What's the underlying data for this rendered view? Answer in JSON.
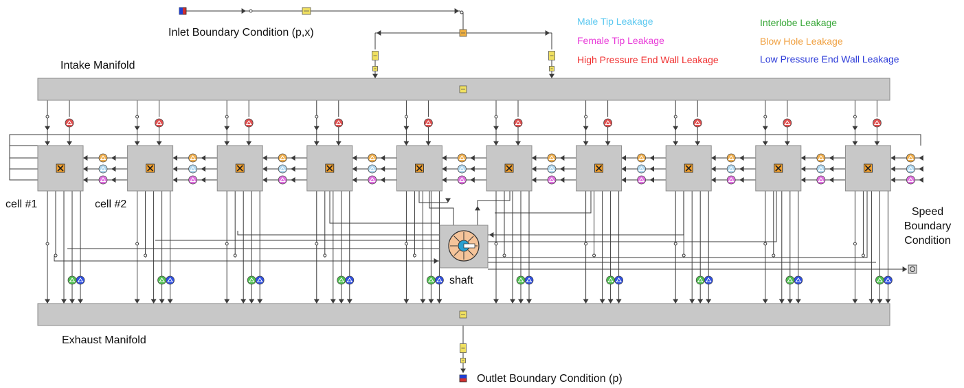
{
  "labels": {
    "inlet": "Inlet Boundary Condition (p,x)",
    "intake": "Intake Manifold",
    "exhaust": "Exhaust Manifold",
    "outlet": "Outlet Boundary Condition (p)",
    "shaft": "shaft",
    "cell1": "cell #1",
    "cell2": "cell #2",
    "speed_line1": "Speed",
    "speed_line2": "Boundary",
    "speed_line3": "Condition"
  },
  "legend": [
    {
      "text": "Male Tip Leakage",
      "color": "#5bc8f0"
    },
    {
      "text": "Female Tip Leakage",
      "color": "#e83ad8"
    },
    {
      "text": "High Pressure End Wall Leakage",
      "color": "#f03030"
    },
    {
      "text": "Interlobe Leakage",
      "color": "#3aa83a"
    },
    {
      "text": "Blow Hole Leakage",
      "color": "#f0a040"
    },
    {
      "text": "Low Pressure End Wall Leakage",
      "color": "#2b3ad8"
    }
  ],
  "colors": {
    "box": "#c8c8c8",
    "box_border": "#8a8a8a",
    "wire": "#3a3a3a",
    "orifice_red": "#e05050",
    "orifice_orange": "#f0b050",
    "orifice_lightblue": "#b0d8f0",
    "orifice_magenta": "#e070e0",
    "orifice_green": "#50c050",
    "orifice_blue": "#3050e0",
    "component_yellow": "#f0e060",
    "shaft_fill": "#f5c49a"
  },
  "diagram": {
    "cell_count": 10,
    "icons": {
      "cell": "rotor-cell-icon",
      "manifold": "manifold-icon",
      "shaft": "shaft-icon",
      "speed": "speed-boundary-icon",
      "inlet": "inlet-boundary-icon",
      "outlet": "outlet-boundary-icon"
    }
  }
}
